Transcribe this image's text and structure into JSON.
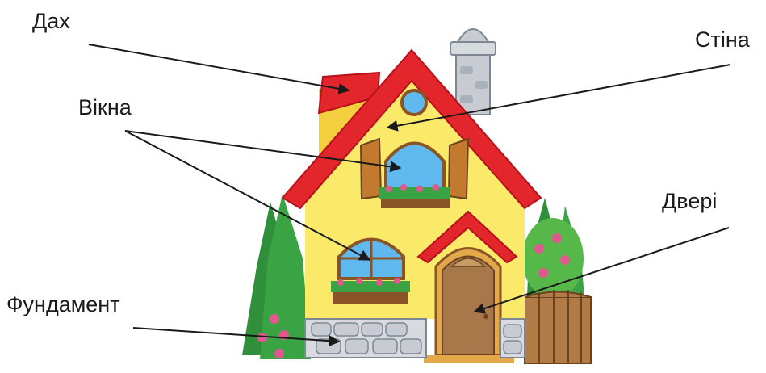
{
  "labels": {
    "roof": "Дах",
    "wall": "Стіна",
    "windows": "Вікна",
    "door": "Двері",
    "foundation": "Фундамент"
  },
  "colors": {
    "roof": "#e3262c",
    "roof_dark": "#b5121b",
    "wall": "#fbe96a",
    "wall_shade": "#f3cf3f",
    "stone": "#c8ccd2",
    "stone_edge": "#7d8794",
    "wood": "#8a5426",
    "door": "#a8784a",
    "glass": "#5fb8ee",
    "tree": "#2f8f3a",
    "tree_light": "#57b84a",
    "flower": "#e0588f",
    "fence": "#a0703e",
    "arrow": "#1a1a1a"
  }
}
